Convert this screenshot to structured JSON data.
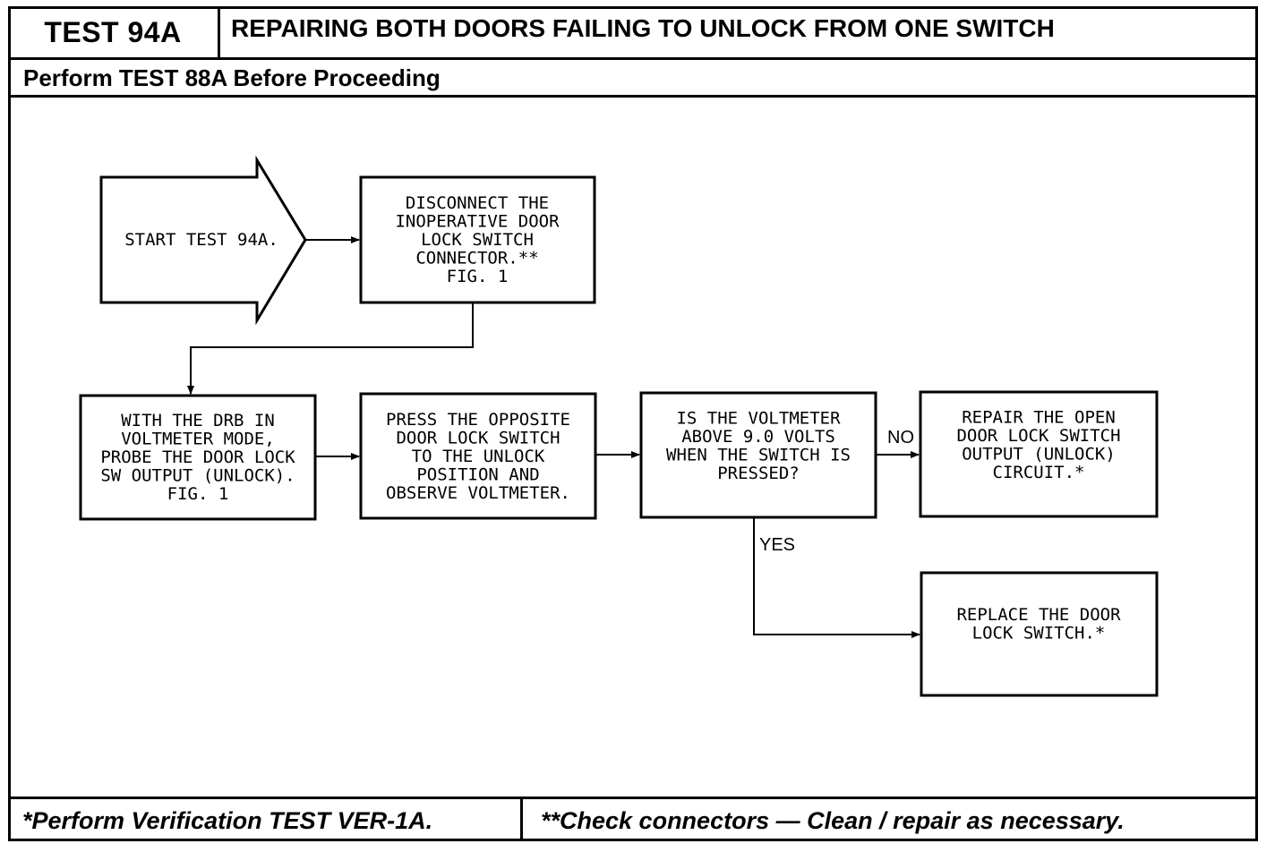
{
  "header": {
    "test_id": "TEST 94A",
    "title": "REPAIRING BOTH DOORS FAILING TO UNLOCK FROM ONE SWITCH",
    "prerequisite": "Perform TEST 88A Before Proceeding"
  },
  "flowchart": {
    "start": {
      "lines": [
        "START TEST 94A."
      ]
    },
    "step1": {
      "lines": [
        "DISCONNECT THE",
        "INOPERATIVE DOOR",
        "LOCK SWITCH",
        "CONNECTOR.**",
        "FIG. 1"
      ]
    },
    "step2": {
      "lines": [
        "WITH THE DRB IN",
        "VOLTMETER MODE,",
        "PROBE THE DOOR LOCK",
        "SW OUTPUT (UNLOCK).",
        "FIG. 1"
      ]
    },
    "step3": {
      "lines": [
        "PRESS THE OPPOSITE",
        "DOOR LOCK SWITCH",
        "TO THE UNLOCK",
        "POSITION AND",
        "OBSERVE VOLTMETER."
      ]
    },
    "decision": {
      "lines": [
        "IS THE VOLTMETER",
        "ABOVE 9.0 VOLTS",
        "WHEN THE SWITCH IS",
        "PRESSED?"
      ]
    },
    "result_no": {
      "lines": [
        "REPAIR THE OPEN",
        "DOOR LOCK SWITCH",
        "OUTPUT (UNLOCK)",
        "CIRCUIT.*"
      ]
    },
    "result_yes": {
      "lines": [
        "REPLACE THE DOOR",
        "LOCK SWITCH.*"
      ]
    },
    "label_no": "NO",
    "label_yes": "YES"
  },
  "footer": {
    "note_left": "*Perform Verification TEST VER-1A.",
    "note_right": "**Check connectors — Clean / repair as necessary."
  }
}
